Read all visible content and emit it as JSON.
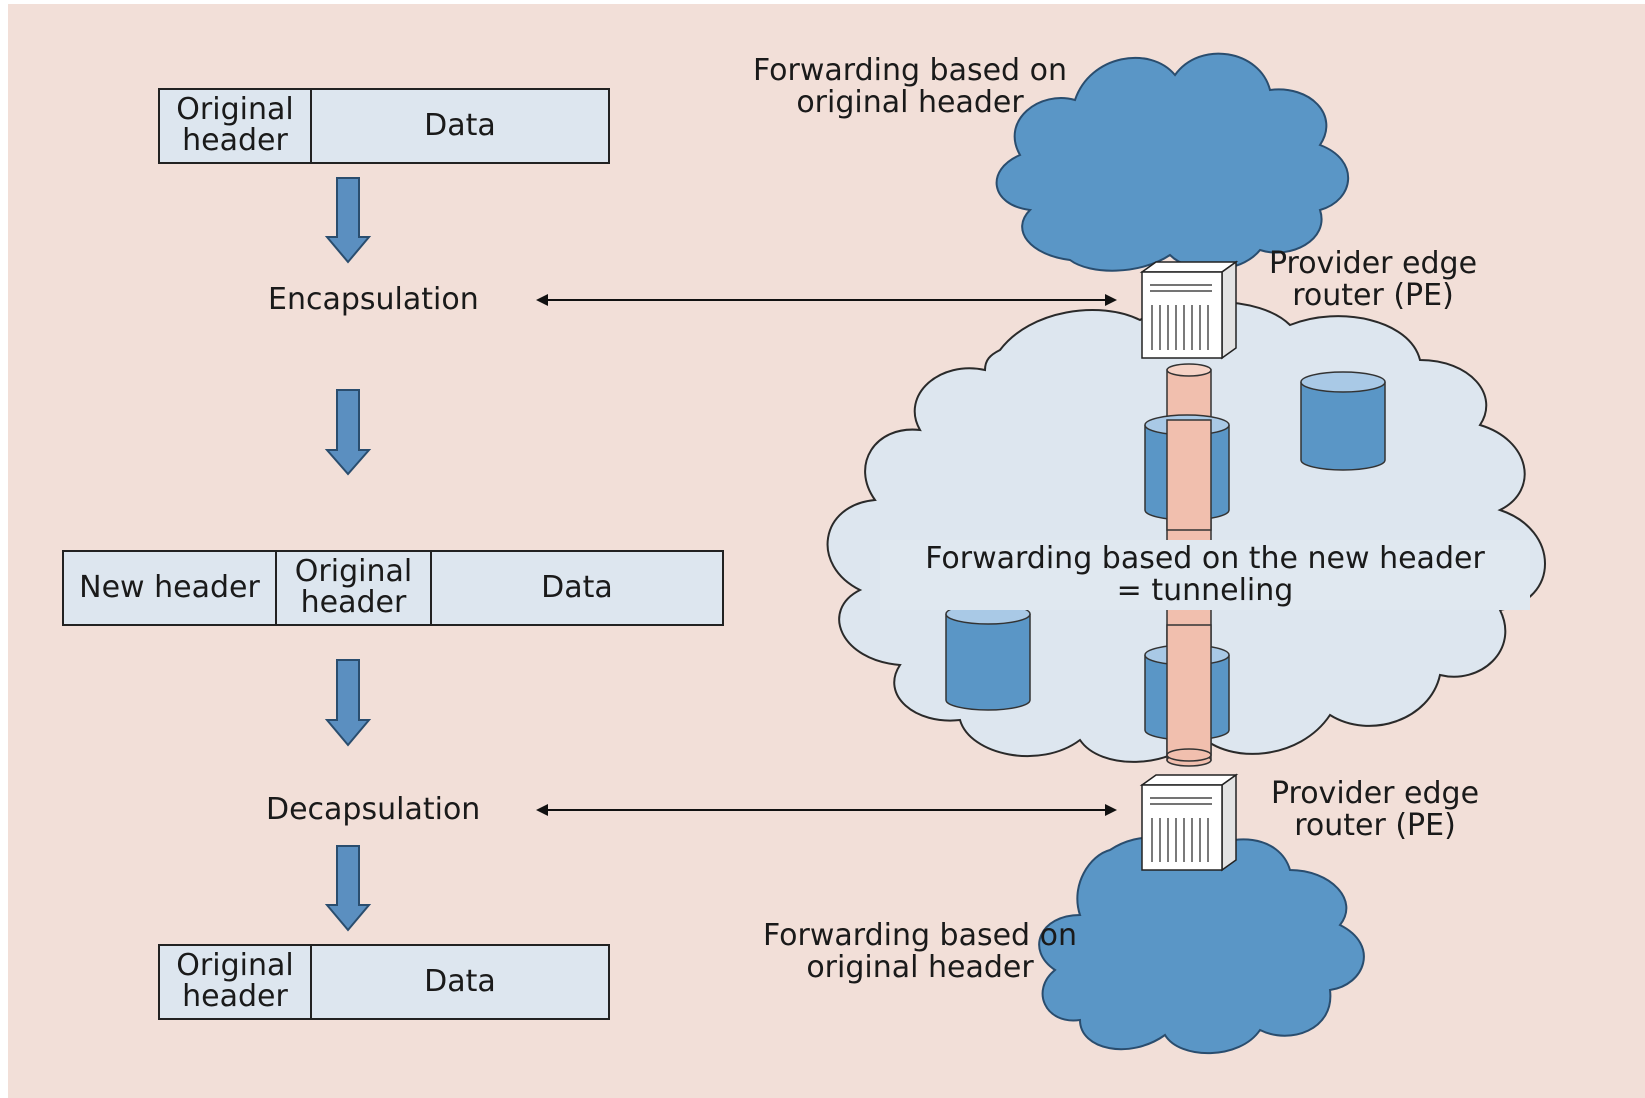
{
  "left": {
    "packet_top": {
      "header": "Original header",
      "data": "Data"
    },
    "encapsulation": "Encapsulation",
    "packet_mid": {
      "new_header": "New header",
      "header": "Original header",
      "data": "Data"
    },
    "decapsulation": "Decapsulation",
    "packet_bottom": {
      "header": "Original header",
      "data": "Data"
    }
  },
  "right": {
    "top_cloud_label": "Forwarding based on original header",
    "pe_top_label": "Provider edge router (PE)",
    "tunnel_label_line1": "Forwarding based on the new header",
    "tunnel_label_line2": "= tunneling",
    "pe_bottom_label": "Provider edge router (PE)",
    "bottom_cloud_label": "Forwarding based on original header"
  },
  "colors": {
    "background": "#f2dfd8",
    "arrow_blue": "#5b8fc0",
    "cloud_dark": "#5a96c6",
    "cloud_light": "#dde6ef",
    "tunnel_pink": "#f1bfae"
  }
}
